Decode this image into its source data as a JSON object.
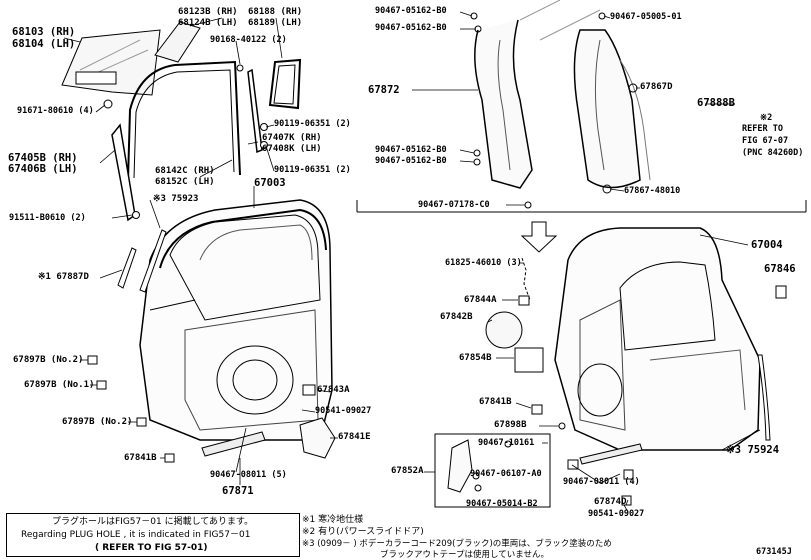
{
  "labels": {
    "l68103": "68103 (RH)",
    "l68104": "68104 (LH)",
    "l68123b": "68123B (RH)",
    "l68124b": "68124B (LH)",
    "l68188": "68188 (RH)",
    "l68189": "68189 (LH)",
    "l90168": "90168-40122 (2)",
    "l91671": "91671-80610 (4)",
    "l90119a": "90119-06351 (2)",
    "l67407k": "67407K (RH)",
    "l67408k": "67408K (LH)",
    "l67405b": "67405B (RH)",
    "l67406b": "67406B (LH)",
    "l90119b": "90119-06351 (2)",
    "l68142c": "68142C (RH)",
    "l68152c": "68152C (LH)",
    "l67003": "67003",
    "l91511": "91511-B0610 (2)",
    "l75923": "※3 75923",
    "l67887d": "※1 67887D",
    "l67897b1": "67897B (No.2)",
    "l67897b2": "67897B (No.1)",
    "l67897b3": "67897B (No.2)",
    "l67843a": "67843A",
    "l90541a": "90541-09027",
    "l67841e": "67841E",
    "l67841b": "67841B",
    "l90467_08011a": "90467-08011 (5)",
    "l67871": "67871",
    "r90467_05162_a": "90467-05162-B0",
    "r90467_05162_b": "90467-05162-B0",
    "r90467_05005": "90467-05005-01",
    "r67872": "67872",
    "r67867d": "67867D",
    "r67888b": "67888B",
    "r_refer": "※2",
    "r_refer2": "REFER TO",
    "r_refer3": "FIG 67-07",
    "r_refer4": "(PNC 84260D)",
    "r90467_05162_c": "90467-05162-B0",
    "r90467_05162_d": "90467-05162-B0",
    "r67867_48010": "67867-48010",
    "r90467_07178": "90467-07178-C0",
    "r67004": "67004",
    "r61825": "61825-46010 (3)",
    "r67846": "67846",
    "r67844a": "67844A",
    "r67842b": "67842B",
    "r67854b": "67854B",
    "r67841b": "67841B",
    "r67898b": "67898B",
    "r90467_10161": "90467-10161",
    "r67852a": "67852A",
    "r90467_06107": "90467-06107-A0",
    "r90467_05014": "90467-05014-B2",
    "r90467_08011b": "90467-08011 (4)",
    "r67874d": "67874D",
    "r90541b": "90541-09027",
    "r75924": "※3 75924"
  },
  "plug_note": {
    "line1": "プラグホールはFIG57－01 に掲載してあります。",
    "line2": "Regarding PLUG HOLE , it is indicated in FIG57－01",
    "line3": "( REFER TO FIG 57-01)"
  },
  "footnotes": {
    "n1": "※1 寒冷地仕様",
    "n2": "※2 有り(パワースライドドア)",
    "n3a": "※3 (0909－        ) ボデーカラーコード209(ブラック)の車両は、ブラック塗装のため",
    "n3b": "ブラックアウトテープは使用していません。"
  },
  "figure_id": "673145J"
}
